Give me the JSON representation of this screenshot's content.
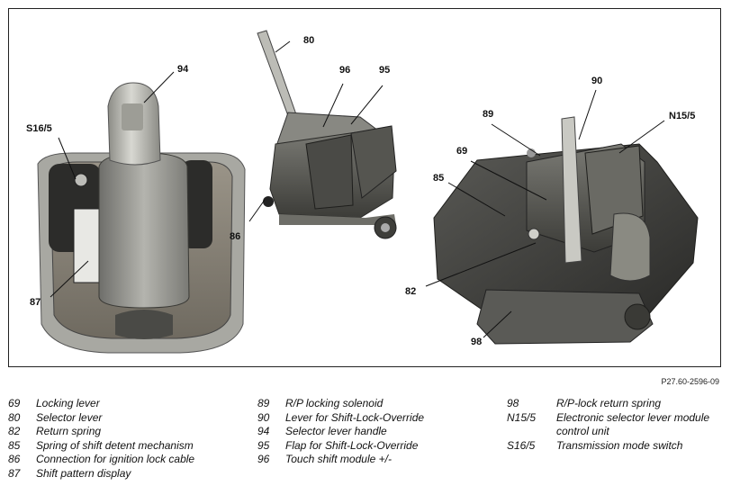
{
  "figure": {
    "figure_code": "P27.60-2596-09",
    "callouts": {
      "c94": "94",
      "cS165": "S16/5",
      "c87": "87",
      "c80": "80",
      "c96": "96",
      "c95": "95",
      "c86": "86",
      "c90": "90",
      "c89": "89",
      "cN155": "N15/5",
      "c69": "69",
      "c85": "85",
      "c82": "82",
      "c98": "98"
    }
  },
  "legend": {
    "col1": [
      {
        "num": "69",
        "desc": "Locking lever"
      },
      {
        "num": "80",
        "desc": "Selector lever"
      },
      {
        "num": "82",
        "desc": "Return spring"
      },
      {
        "num": "85",
        "desc": "Spring of shift detent mechanism"
      },
      {
        "num": "86",
        "desc": "Connection for ignition lock cable"
      },
      {
        "num": "87",
        "desc": "Shift pattern display"
      }
    ],
    "col2": [
      {
        "num": "89",
        "desc": "R/P locking solenoid"
      },
      {
        "num": "90",
        "desc": "Lever for Shift-Lock-Override"
      },
      {
        "num": "94",
        "desc": "Selector lever handle"
      },
      {
        "num": "95",
        "desc": "Flap for Shift-Lock-Override"
      },
      {
        "num": "96",
        "desc": "Touch shift module +/-"
      }
    ],
    "col3": [
      {
        "num": "98",
        "desc": "R/P-lock return spring"
      },
      {
        "num": "N15/5",
        "desc": "Electronic selector lever module control unit"
      },
      {
        "num": "S16/5",
        "desc": "Transmission mode switch"
      }
    ]
  }
}
